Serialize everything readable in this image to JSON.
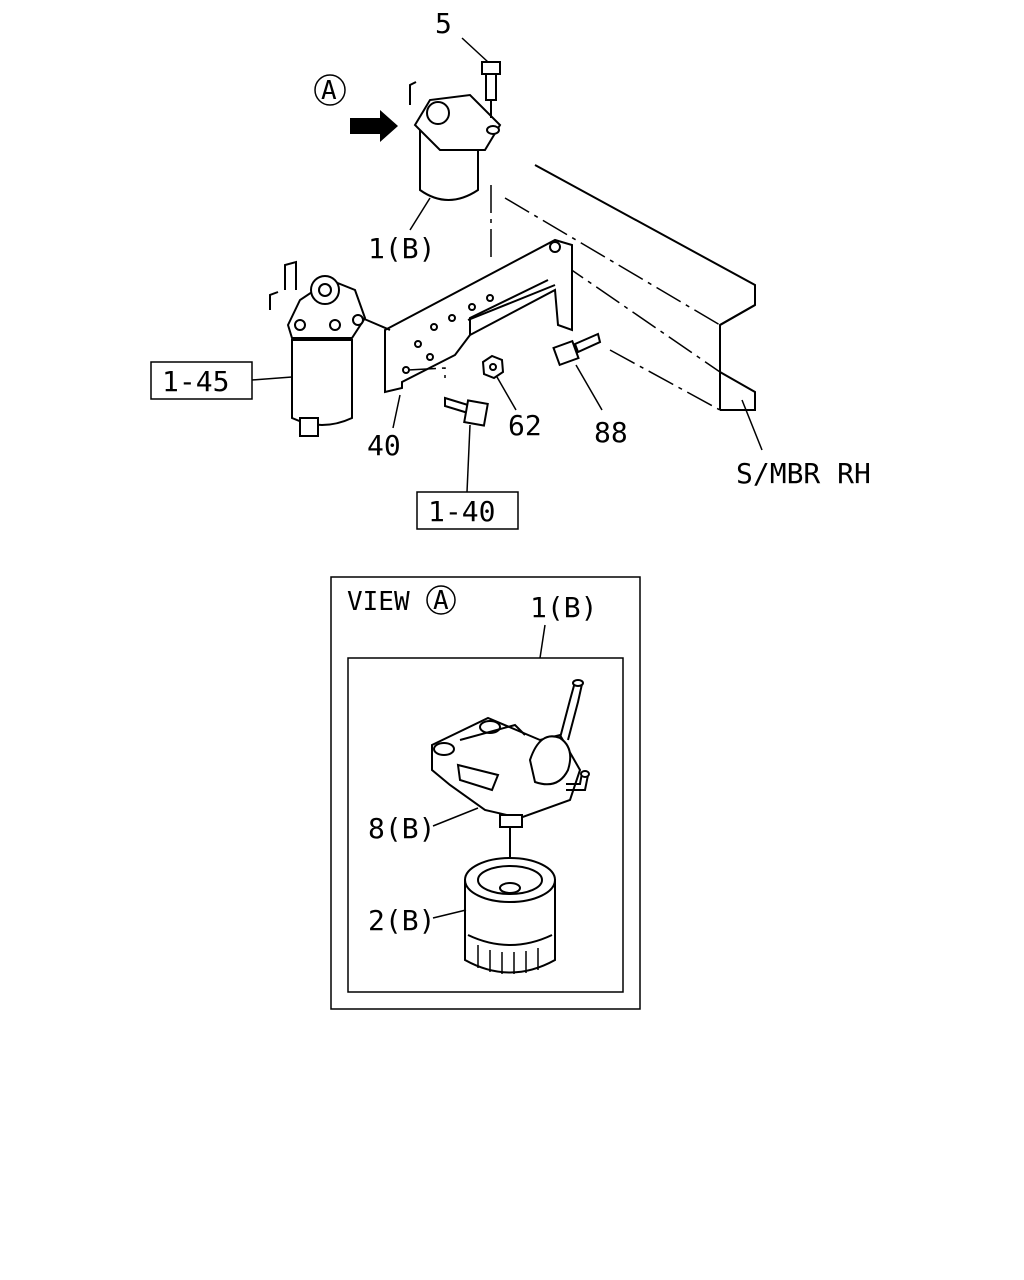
{
  "callouts": {
    "bolt_top": "5",
    "view_marker": "A",
    "filter_upper": "1(B)",
    "ref_1_45": "1-45",
    "bracket": "40",
    "nut": "62",
    "bolt_right": "88",
    "ref_1_40": "1-40",
    "frame": "S/MBR RH"
  },
  "view": {
    "title": "VIEW",
    "marker": "A",
    "assembly": "1(B)",
    "head": "8(B)",
    "element": "2(B)"
  }
}
